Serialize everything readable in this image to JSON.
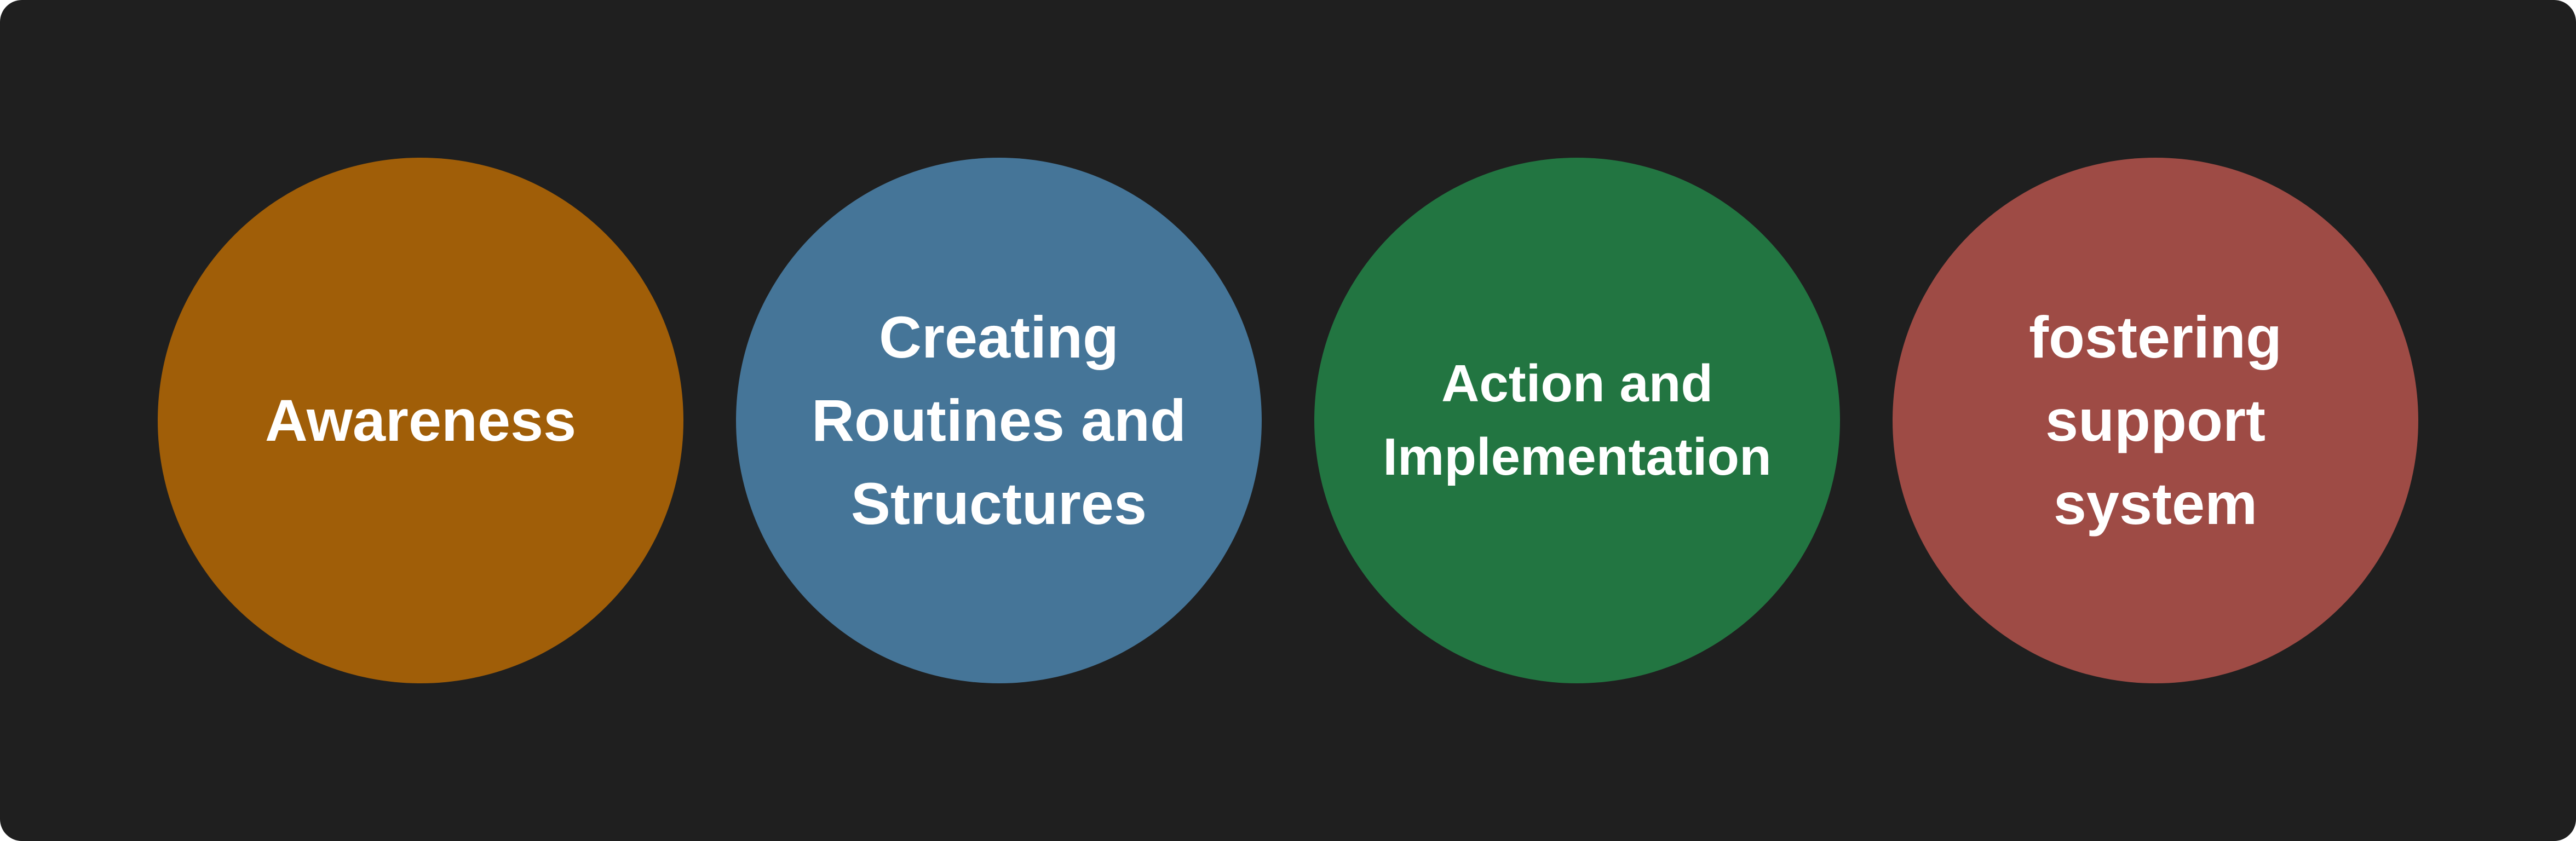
{
  "steps": [
    {
      "label": "Awareness",
      "color": "#a05e08"
    },
    {
      "label": "Creating\nRoutines and\nStructures",
      "color": "#457598"
    },
    {
      "label": "Action and\nImplementation",
      "color": "#227541"
    },
    {
      "label": "fostering\nsupport\nsystem",
      "color": "#9e4b45"
    }
  ],
  "colors": {
    "background": "#1f1f1f",
    "text": "#ffffff"
  }
}
